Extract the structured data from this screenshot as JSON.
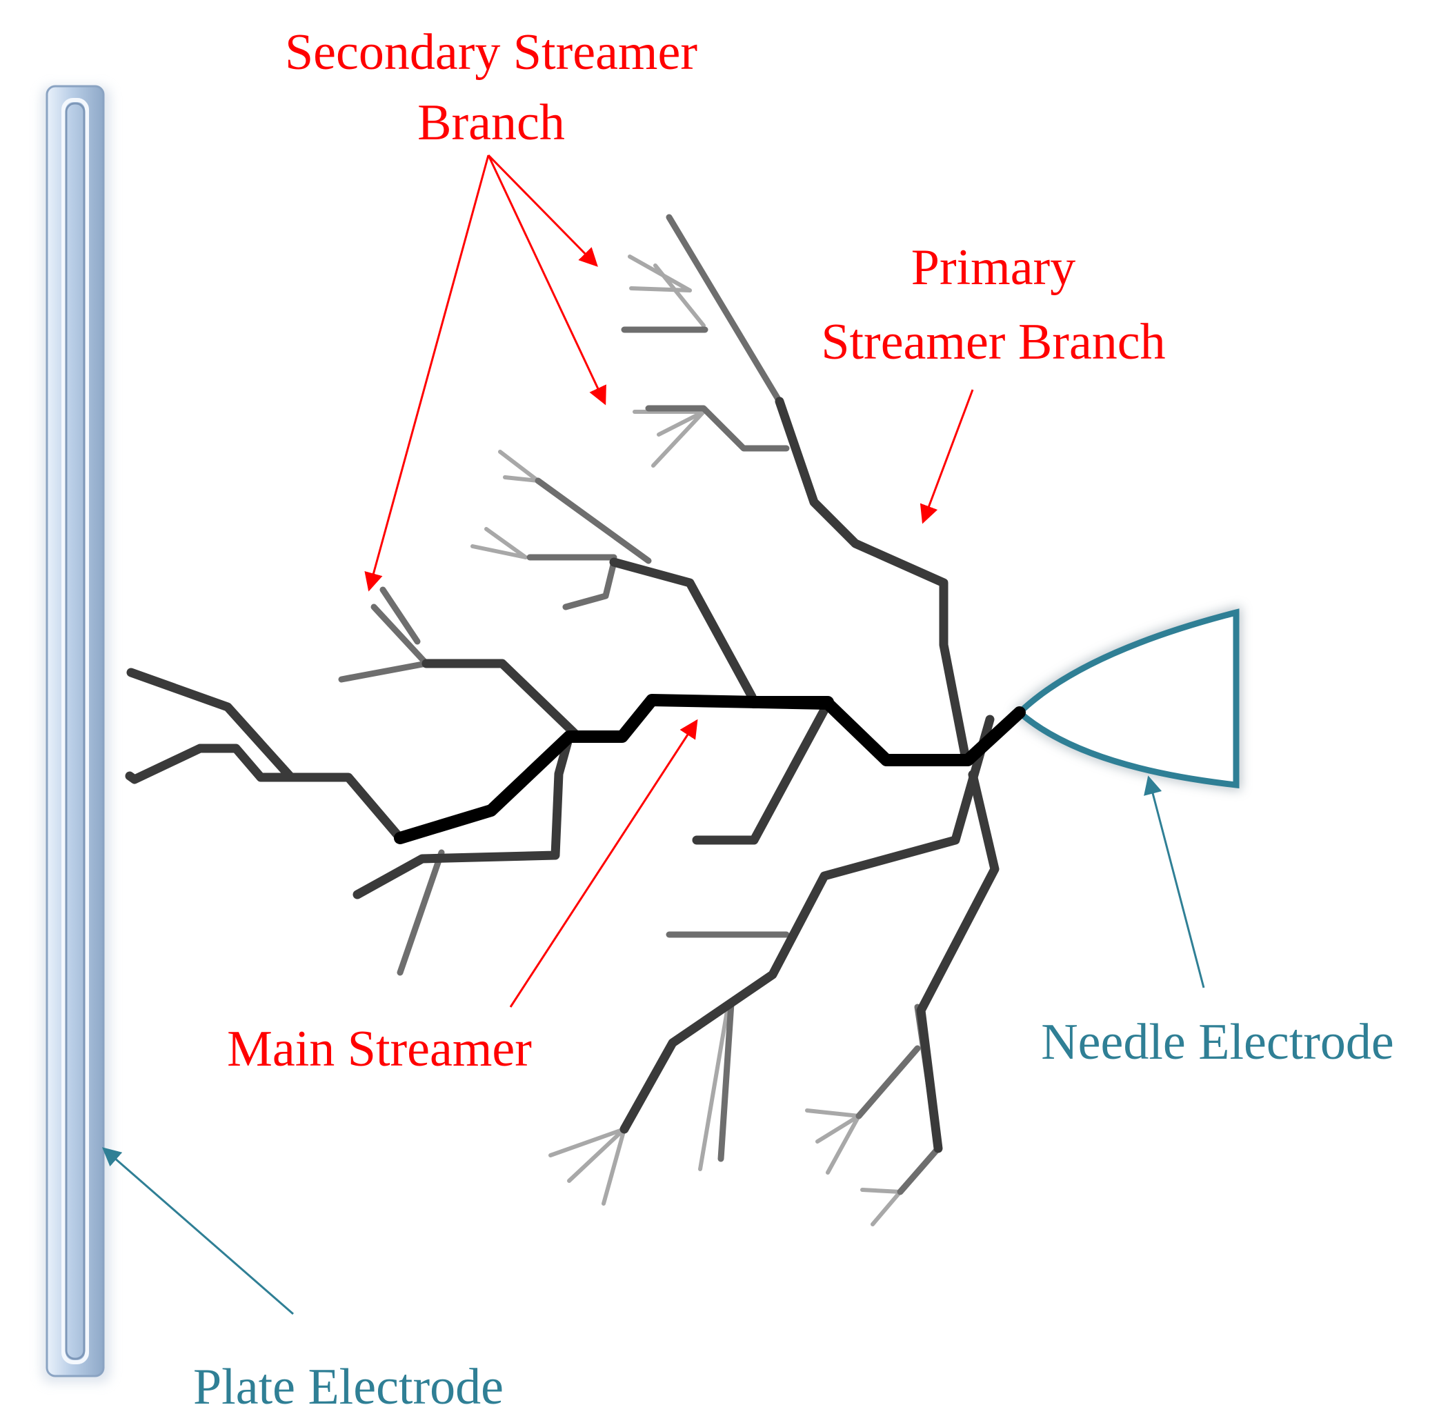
{
  "labels": {
    "secondary_line1": "Secondary Streamer",
    "secondary_line2": "Branch",
    "primary_line1": "Primary",
    "primary_line2": "Streamer Branch",
    "main": "Main Streamer",
    "needle": "Needle Electrode",
    "plate": "Plate Electrode"
  },
  "colors": {
    "annotation_red": "#ff0000",
    "electrode_blue": "#2f7f95",
    "plate_fill": "#b8cde6",
    "main_streamer": "#000000",
    "primary_branch": "#3a3a3a",
    "secondary_branch": "#6e6e6e",
    "tertiary_branch": "#a8a8a8"
  }
}
